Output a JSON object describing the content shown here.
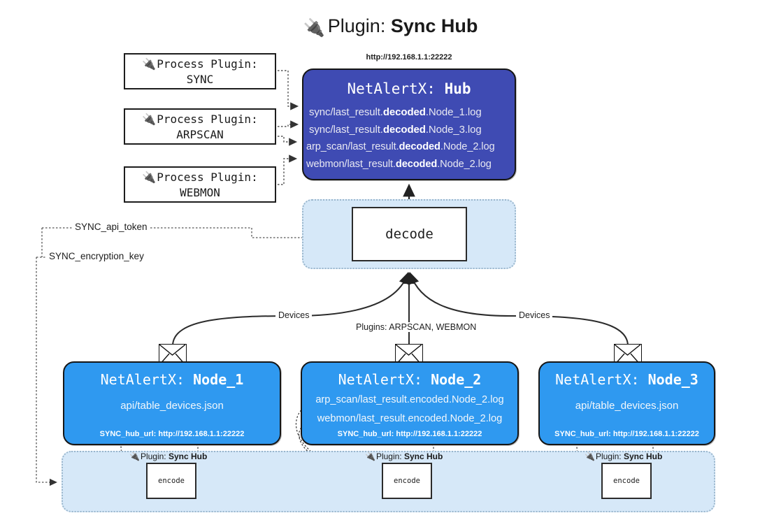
{
  "title": {
    "icon": "plug-icon",
    "glyph": "🔌",
    "prefix": "Plugin: ",
    "name": "Sync Hub"
  },
  "process_plugins": [
    {
      "line1_icon": "🔌",
      "line1": "Process Plugin:",
      "line2": "SYNC"
    },
    {
      "line1_icon": "🔌",
      "line1": "Process Plugin:",
      "line2": "ARPSCAN"
    },
    {
      "line1_icon": "🔌",
      "line1": "Process Plugin:",
      "line2": "WEBMON"
    }
  ],
  "hub": {
    "url": "http://192.168.1.1:22222",
    "title_prefix": "NetAlertX: ",
    "title_name": "Hub",
    "logs": [
      {
        "pre": "sync/last_result.",
        "em": "decoded",
        "post": ".Node_1.log"
      },
      {
        "pre": "sync/last_result.",
        "em": "decoded",
        "post": ".Node_3.log"
      },
      {
        "pre": "arp_scan/last_result.",
        "em": "decoded",
        "post": ".Node_2.log"
      },
      {
        "pre": "webmon/last_result.",
        "em": "decoded",
        "post": ".Node_2.log"
      }
    ]
  },
  "decode": {
    "label": "decode"
  },
  "secrets": [
    {
      "label": "SYNC_api_token"
    },
    {
      "label": "SYNC_encryption_key"
    }
  ],
  "edge_labels": {
    "devices_left": "Devices",
    "plugins_center": "Plugins: ARPSCAN, WEBMON",
    "devices_right": "Devices"
  },
  "nodes": [
    {
      "title_prefix": "NetAlertX: ",
      "title_name": "Node_1",
      "lines": [
        "api/table_devices.json"
      ],
      "url_key": "SYNC_hub_url: ",
      "url_value": "http://192.168.1.1:22222"
    },
    {
      "title_prefix": "NetAlertX: ",
      "title_name": "Node_2",
      "lines": [
        "arp_scan/last_result.encoded.Node_2.log",
        "webmon/last_result.encoded.Node_2.log"
      ],
      "url_key": "SYNC_hub_url: ",
      "url_value": "http://192.168.1.1:22222"
    },
    {
      "title_prefix": "NetAlertX: ",
      "title_name": "Node_3",
      "lines": [
        "api/table_devices.json"
      ],
      "url_key": "SYNC_hub_url: ",
      "url_value": "http://192.168.1.1:22222"
    }
  ],
  "encoders": [
    {
      "plugin_icon": "🔌",
      "plugin_prefix": "Plugin: ",
      "plugin_name": "Sync Hub",
      "box": "encode"
    },
    {
      "plugin_icon": "🔌",
      "plugin_prefix": "Plugin: ",
      "plugin_name": "Sync Hub",
      "box": "encode"
    },
    {
      "plugin_icon": "🔌",
      "plugin_prefix": "Plugin: ",
      "plugin_name": "Sync Hub",
      "box": "encode"
    }
  ],
  "colors": {
    "hub_fill": "#3f4bb3",
    "node_fill": "#2f99f0",
    "container_fill": "#d6e8f8",
    "container_border": "#9ab6cc",
    "stroke": "#1d1d1d",
    "background": "#ffffff"
  }
}
